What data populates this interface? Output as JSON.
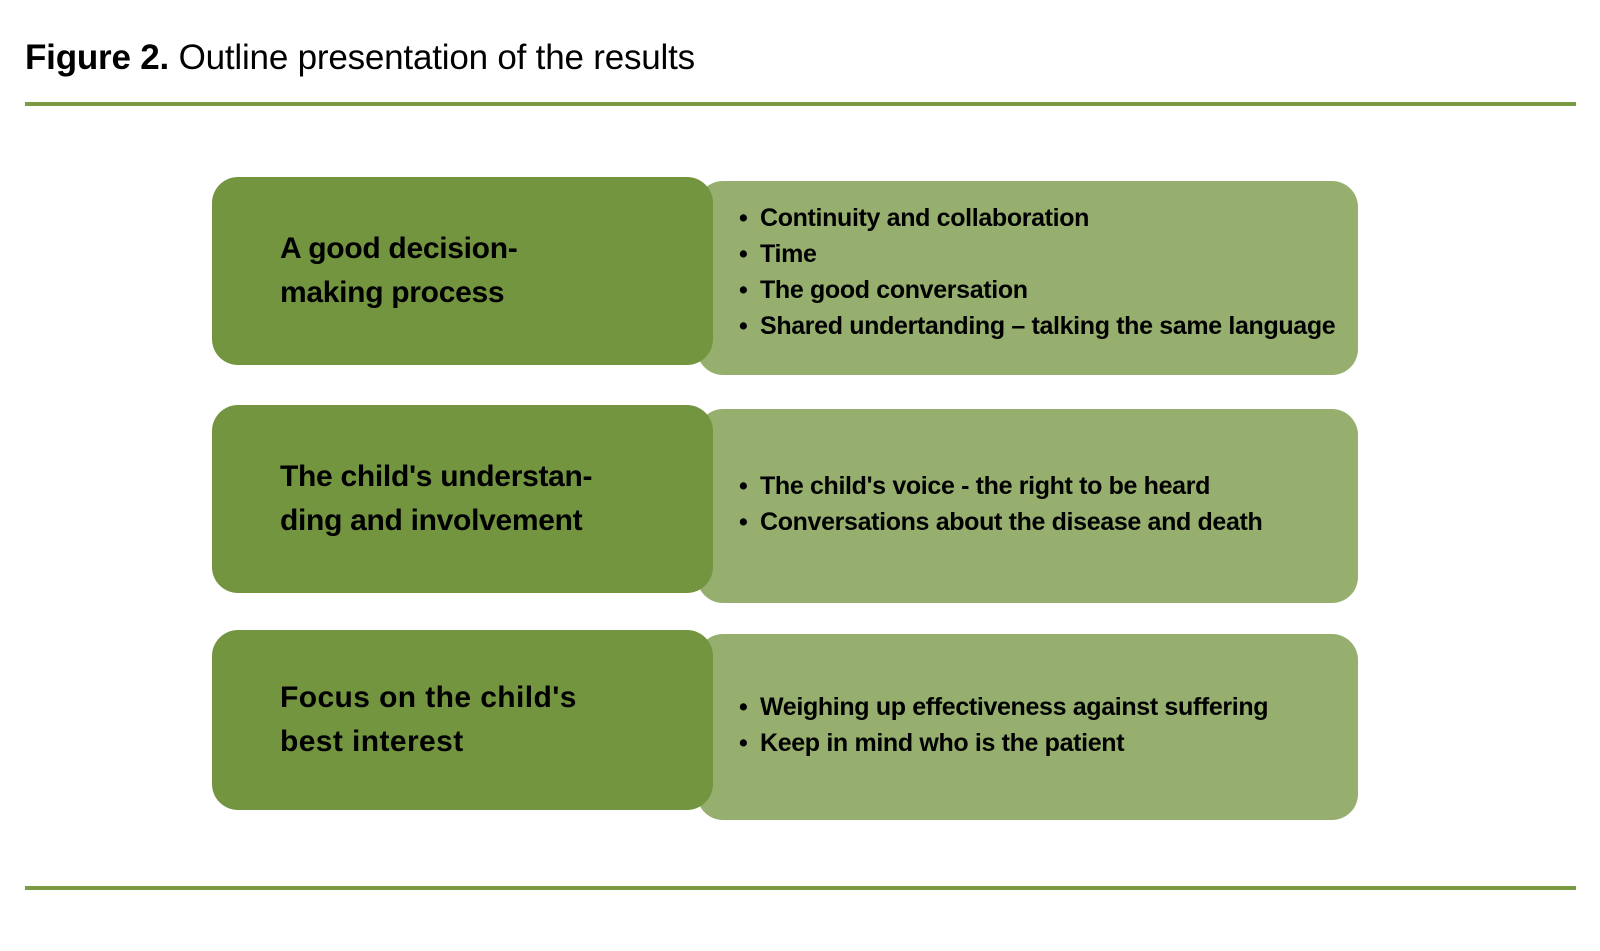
{
  "caption": {
    "label": "Figure 2.",
    "text": " Outline presentation of the results"
  },
  "colors": {
    "rule": "#7A9A43",
    "panel_dark": "#739540",
    "panel_light": "#96AF6E",
    "text": "#000000",
    "background": "#FFFFFF"
  },
  "bullet_glyph": "•",
  "rows": [
    {
      "title": "A good decision-\nmaking process",
      "title_line1": "A good decision-",
      "title_line2": "making process",
      "bullets": [
        "Continuity and collaboration",
        "Time",
        "The good conversation",
        "Shared undertanding – talking the same language"
      ]
    },
    {
      "title": "The child's understan-\nding and involvement",
      "title_line1": "The child's understan-",
      "title_line2": "ding and involvement",
      "bullets": [
        "The child's voice - the right to be heard",
        "Conversations about the disease and death"
      ]
    },
    {
      "title": "Focus on the child's\nbest interest",
      "title_line1": "Focus on the child's",
      "title_line2": "best interest",
      "bullets": [
        "Weighing up effectiveness against suffering",
        "Keep in mind who is the patient"
      ]
    }
  ]
}
